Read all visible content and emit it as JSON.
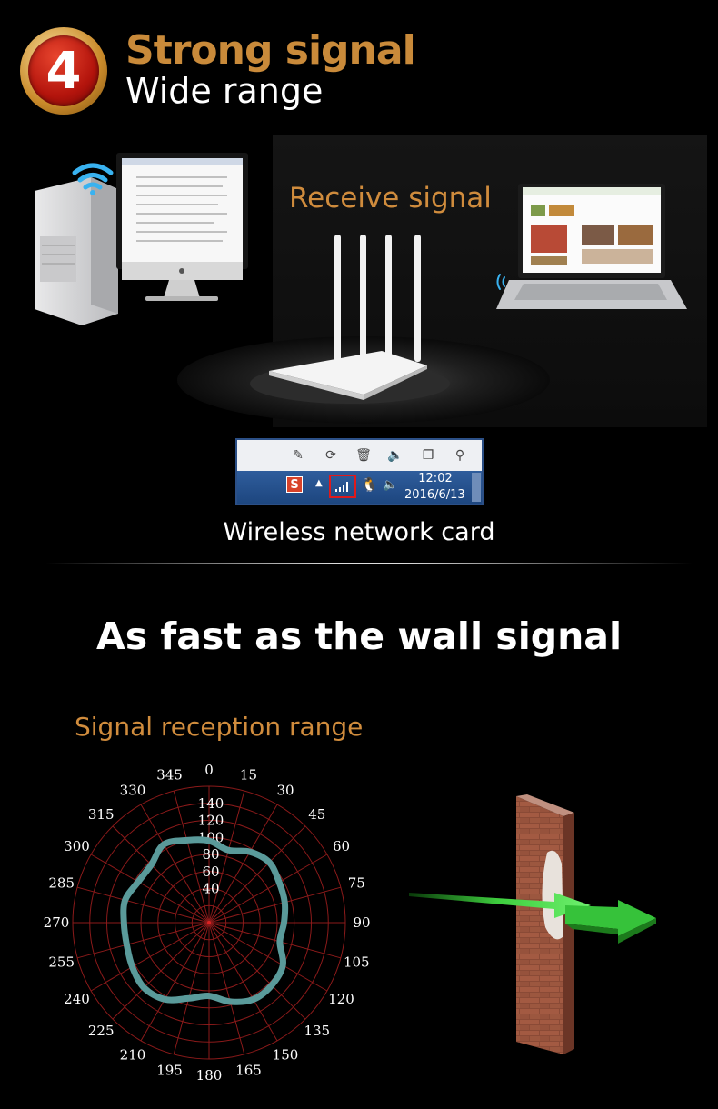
{
  "header": {
    "badge_number": "4",
    "title": "Strong signal",
    "subtitle": "Wide range"
  },
  "scene": {
    "receive_label": "Receive signal"
  },
  "taskbar": {
    "tray_app_letter": "S",
    "time": "12:02",
    "date": "2016/6/13"
  },
  "caption": "Wireless network card",
  "headline": "As fast as the wall signal",
  "chart_title": "Signal reception range",
  "chart_data": {
    "type": "polar",
    "angle_labels": [
      "0",
      "15",
      "30",
      "45",
      "60",
      "75",
      "90",
      "105",
      "120",
      "135",
      "150",
      "165",
      "180",
      "195",
      "210",
      "225",
      "240",
      "255",
      "270",
      "285",
      "300",
      "315",
      "330",
      "345"
    ],
    "radial_labels": [
      "40",
      "60",
      "80",
      "100",
      "120",
      "140"
    ],
    "series": [
      {
        "color": "#5a9a9a",
        "angles": [
          0,
          15,
          30,
          45,
          60,
          75,
          90,
          105,
          120,
          135,
          150,
          165,
          180,
          195,
          210,
          225,
          240,
          255,
          270,
          285,
          300,
          315,
          330,
          345
        ],
        "values": [
          96,
          88,
          96,
          100,
          95,
          92,
          88,
          86,
          100,
          104,
          104,
          96,
          86,
          92,
          104,
          108,
          104,
          100,
          100,
          102,
          96,
          96,
          106,
          100
        ]
      }
    ]
  },
  "colors": {
    "accent": "#d08c3d",
    "background": "#000000",
    "grid": "#8b1a1a",
    "series": "#5a9a9a"
  }
}
